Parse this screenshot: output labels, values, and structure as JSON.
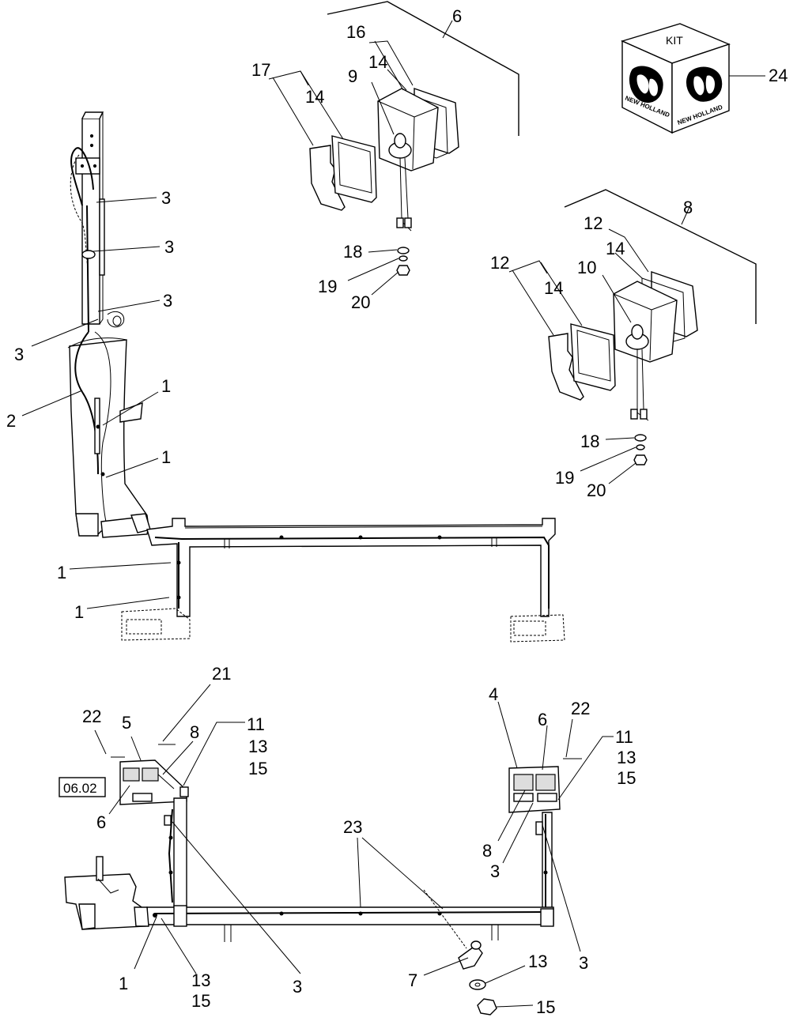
{
  "kit": {
    "label": "KIT",
    "brand_left": "NEW HOLLAND",
    "brand_right": "NEW HOLLAND",
    "callout": "24"
  },
  "reference_box": "06.02",
  "callouts": {
    "c6_top": "6",
    "c16_top": "16",
    "c14_top_a": "14",
    "c17": "17",
    "c14_top_b": "14",
    "c9": "9",
    "c18_top": "18",
    "c19_top": "19",
    "c20_top": "20",
    "c8_top": "8",
    "c12_a": "12",
    "c14_mid_a": "14",
    "c12_b": "12",
    "c14_mid_b": "14",
    "c10": "10",
    "c18_mid": "18",
    "c19_mid": "19",
    "c20_mid": "20",
    "c3_a": "3",
    "c3_b": "3",
    "c3_c": "3",
    "c3_d": "3",
    "c2": "2",
    "c1_a": "1",
    "c1_b": "1",
    "c1_c": "1",
    "c1_d": "1",
    "c21": "21",
    "c22_left": "22",
    "c5": "5",
    "c8_left": "8",
    "c11_left": "11",
    "c13_left": "13",
    "c15_left": "15",
    "c6_left": "6",
    "c3_lower_left": "3",
    "c1_lower": "1",
    "c13_lower": "13",
    "c15_lower": "15",
    "c23": "23",
    "c7": "7",
    "c13_bottom": "13",
    "c15_bottom": "15",
    "c4": "4",
    "c6_right": "6",
    "c22_right": "22",
    "c11_right": "11",
    "c13_right": "13",
    "c15_right": "15",
    "c8_right": "8",
    "c3_right_a": "3",
    "c3_right_b": "3"
  }
}
